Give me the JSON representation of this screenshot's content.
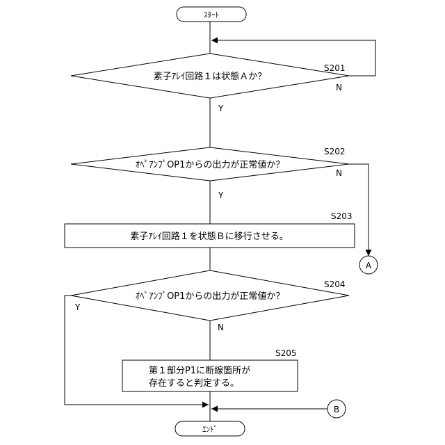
{
  "start": "ｽﾀｰﾄ",
  "end": "ｴﾝﾄﾞ",
  "steps": {
    "s201": {
      "id": "S201",
      "text": "素子ｱﾚｲ回路１は状態Ａか？",
      "yes": "Y",
      "no": "N"
    },
    "s202": {
      "id": "S202",
      "text": "ｵﾍﾟｱﾝﾌﾟOP1からの出力が正常値か？",
      "yes": "Y",
      "no": "N"
    },
    "s203": {
      "id": "S203",
      "text": "素子ｱﾚｲ回路１を状態Ｂに移行させる。"
    },
    "s204": {
      "id": "S204",
      "text": "ｵﾍﾟｱﾝﾌﾟOP1からの出力が正常値か？",
      "yes": "Y",
      "no": "N"
    },
    "s205": {
      "id": "S205",
      "line1": "第１部分P1に断線箇所が",
      "line2": "存在すると判定する。"
    }
  },
  "connectors": {
    "a": "A",
    "b": "B"
  }
}
